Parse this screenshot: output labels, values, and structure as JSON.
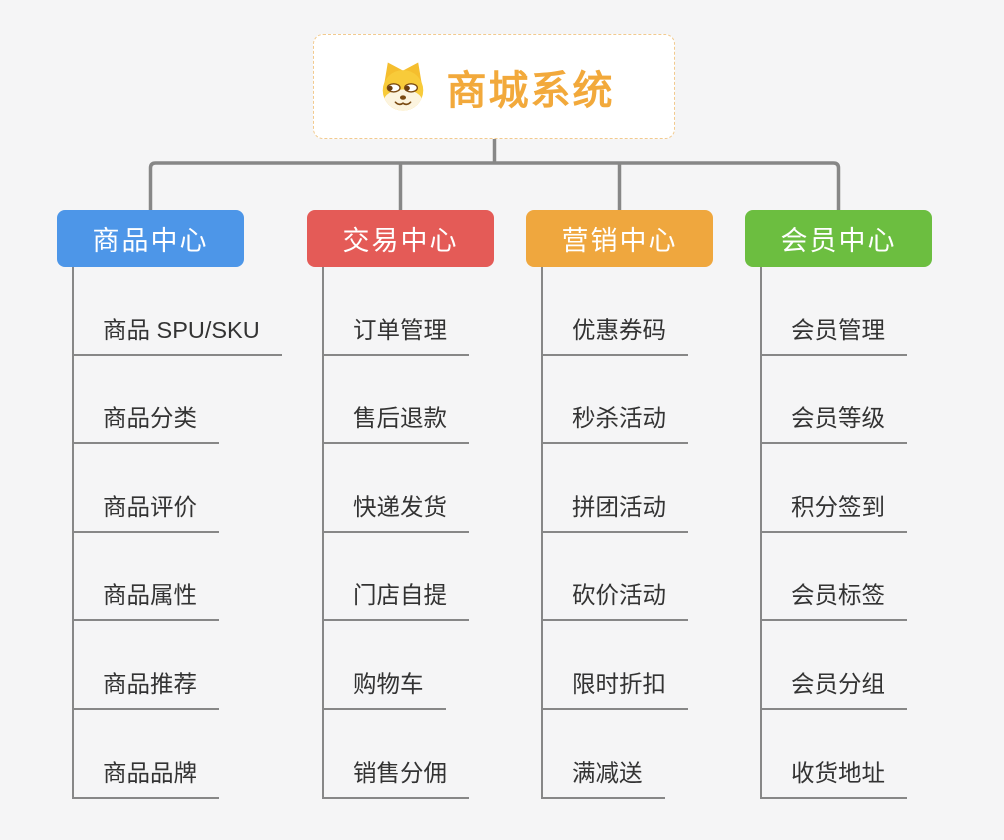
{
  "background": "#f5f5f6",
  "connector_color": "#878787",
  "root": {
    "title": "商城系统",
    "icon": "dog-face",
    "title_color": "#f2a93b",
    "border_color": "#f2ca8e"
  },
  "branches": [
    {
      "label": "商品中心",
      "color": "#4d96e8",
      "children": [
        "商品 SPU/SKU",
        "商品分类",
        "商品评价",
        "商品属性",
        "商品推荐",
        "商品品牌"
      ]
    },
    {
      "label": "交易中心",
      "color": "#e45b57",
      "children": [
        "订单管理",
        "售后退款",
        "快递发货",
        "门店自提",
        "购物车",
        "销售分佣"
      ]
    },
    {
      "label": "营销中心",
      "color": "#efa73e",
      "children": [
        "优惠券码",
        "秒杀活动",
        "拼团活动",
        "砍价活动",
        "限时折扣",
        "满减送"
      ]
    },
    {
      "label": "会员中心",
      "color": "#6cbe40",
      "children": [
        "会员管理",
        "会员等级",
        "积分签到",
        "会员标签",
        "会员分组",
        "收货地址"
      ]
    }
  ]
}
